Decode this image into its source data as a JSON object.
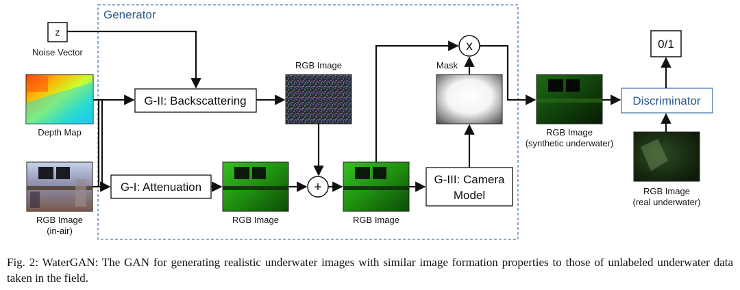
{
  "generator": {
    "title": "Generator"
  },
  "inputs": {
    "noise_symbol": "z",
    "noise_label": "Noise Vector",
    "depth_label": "Depth Map",
    "rgb_inair_line1": "RGB Image",
    "rgb_inair_line2": "(in-air)"
  },
  "modules": {
    "backscatter": "G-II: Backscattering",
    "attenuation": "G-I: Attenuation",
    "camera_line1": "G-III: Camera",
    "camera_line2": "Model",
    "discriminator": "Discriminator",
    "output": "0/1"
  },
  "operators": {
    "multiply": "x",
    "add": "+"
  },
  "images": {
    "backscatter_rgb": "RGB Image",
    "mask": "Mask",
    "atten_rgb": "RGB Image",
    "sum_rgb": "RGB Image",
    "synthetic_line1": "RGB Image",
    "synthetic_line2": "(synthetic underwater)",
    "real_line1": "RGB Image",
    "real_line2": "(real underwater)"
  },
  "caption": "Fig. 2: WaterGAN: The GAN for generating realistic underwater images with similar image formation properties to those of unlabeled underwater data taken in the field.",
  "colors": {
    "generator_border": "#4a78b0",
    "generator_title": "#2e5a8a",
    "discriminator_border": "#4a78b0"
  }
}
